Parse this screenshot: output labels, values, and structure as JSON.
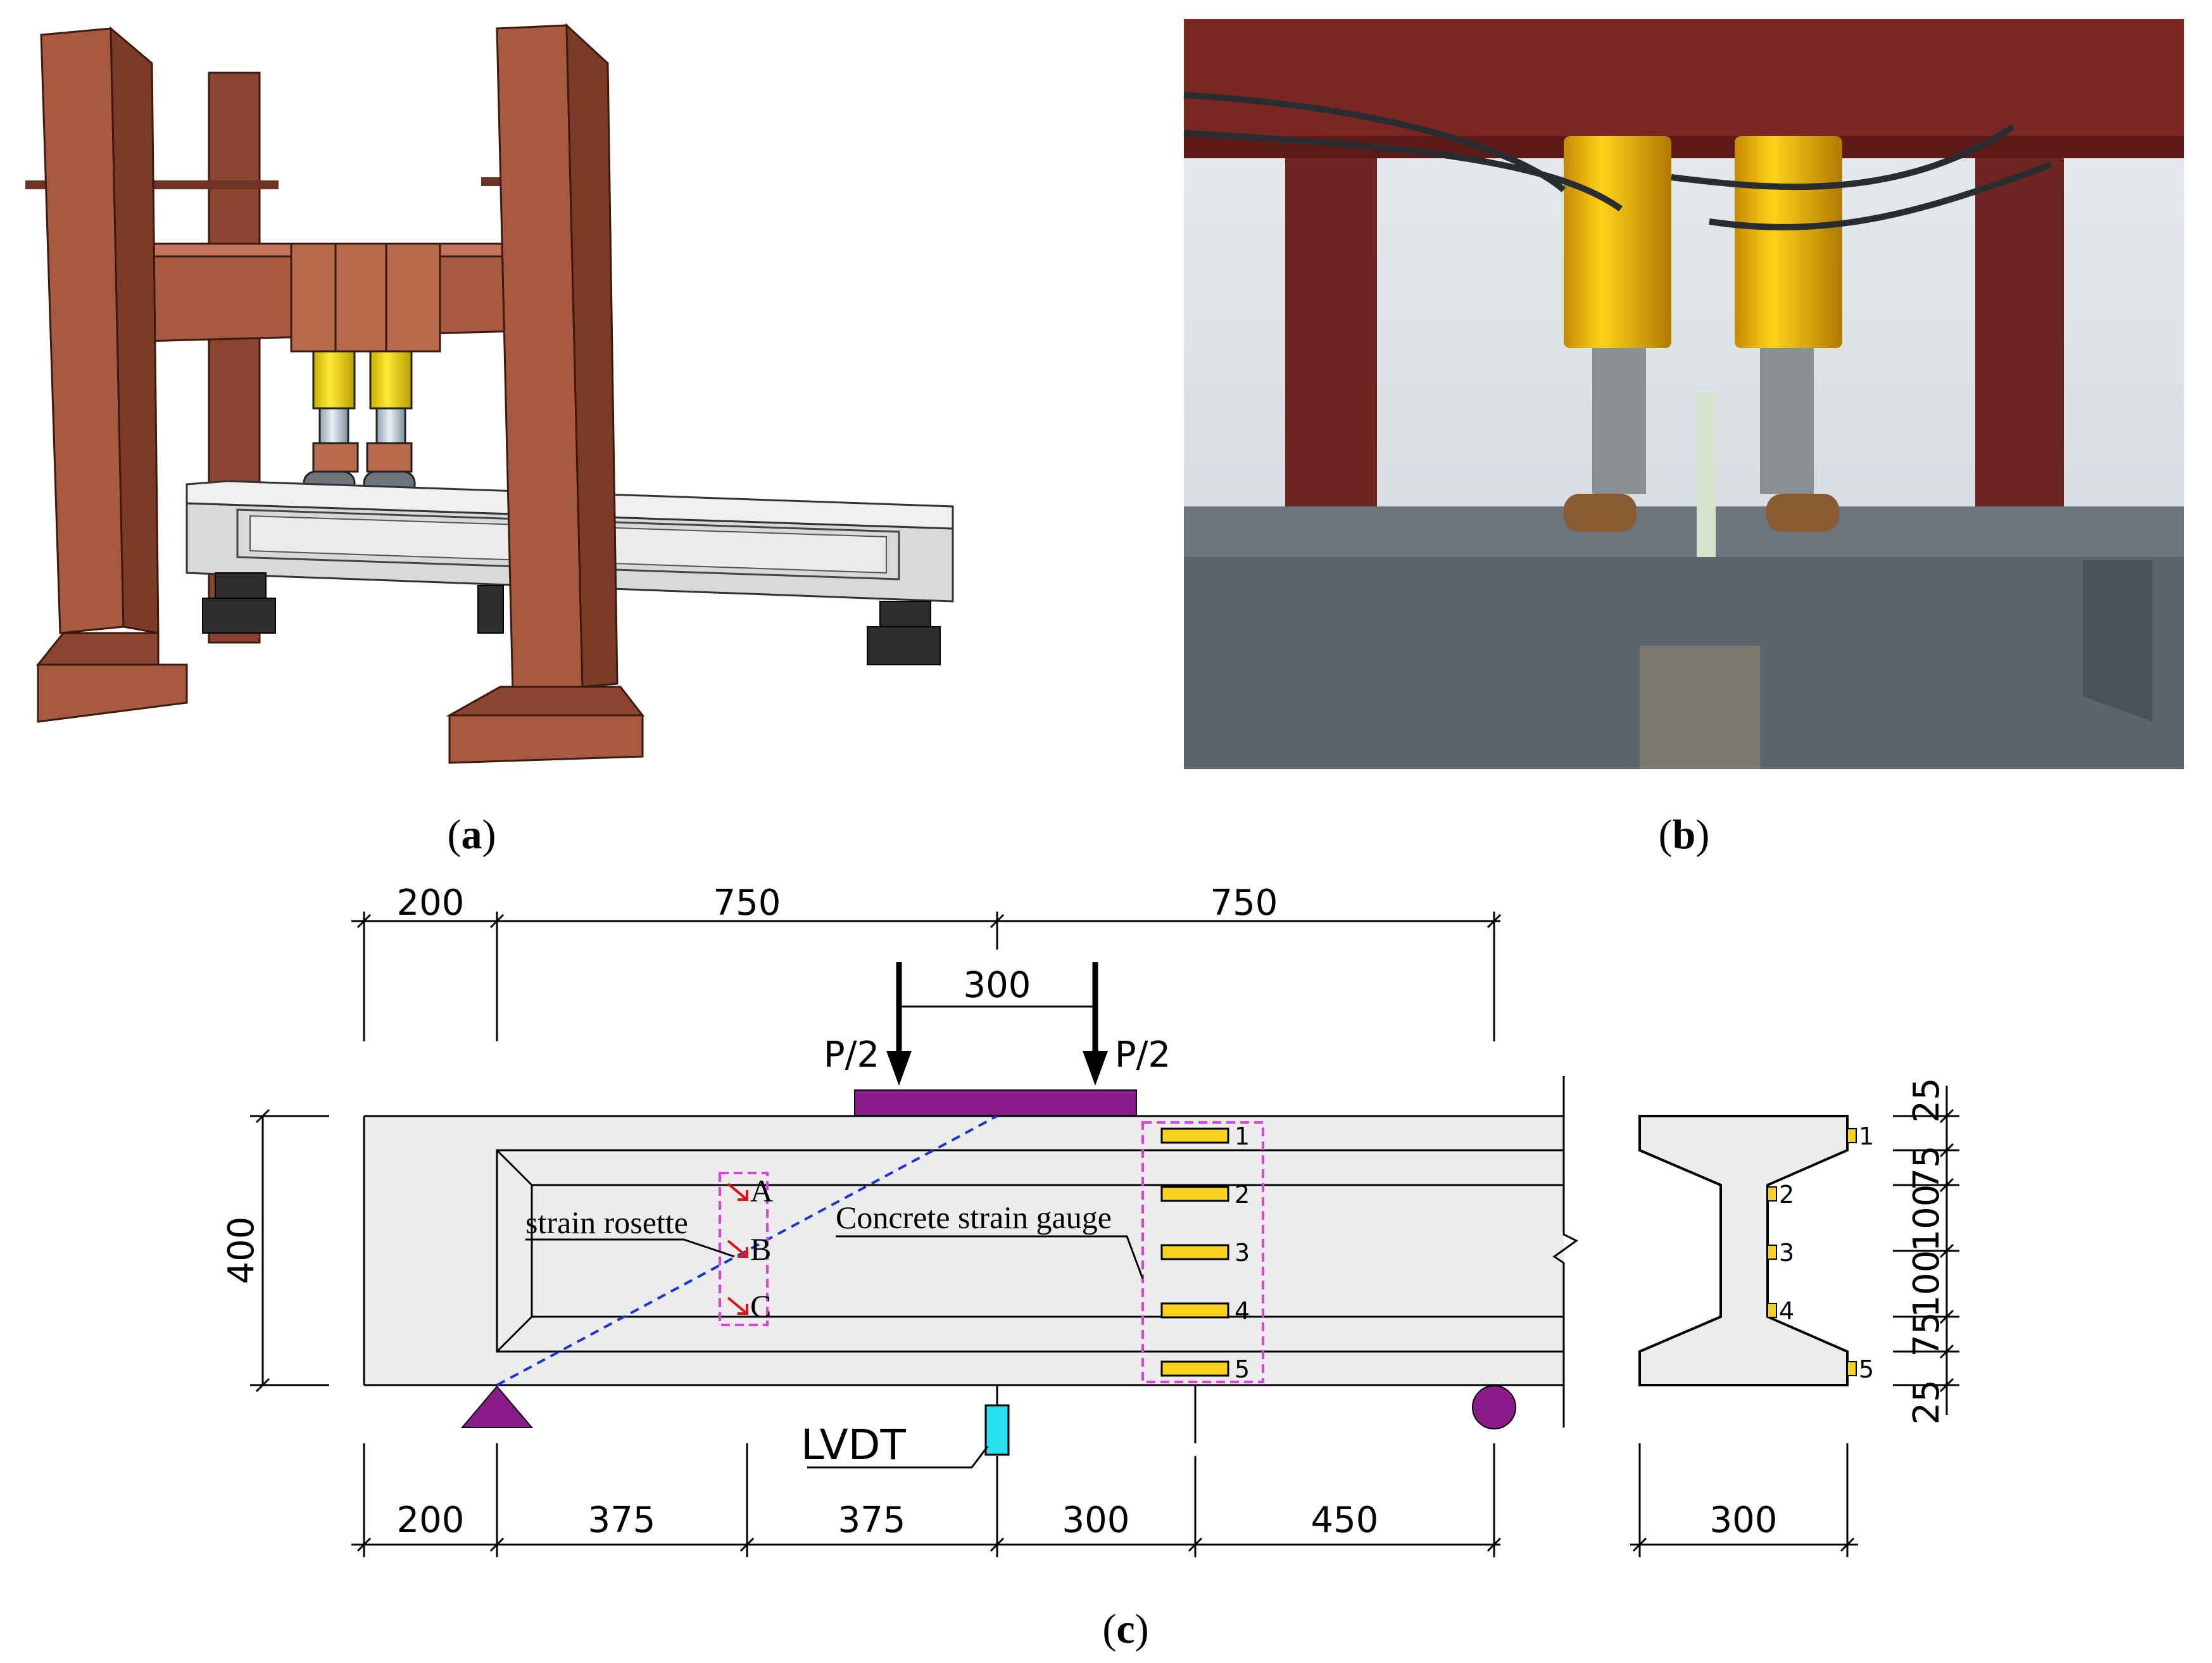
{
  "panels": {
    "a": {
      "letter": "a"
    },
    "b": {
      "letter": "b"
    },
    "c": {
      "letter": "c"
    }
  },
  "top_dimensions": [
    "200",
    "750",
    "750"
  ],
  "load_spacing": "300",
  "loads": [
    "P/2",
    "P/2"
  ],
  "height": "400",
  "labels": {
    "strain_rosette": "strain rosette",
    "concrete_strain_gauge": "Concrete strain gauge",
    "lvdt": "LVDT"
  },
  "rosette_points": [
    "A",
    "B",
    "C"
  ],
  "gauge_numbers": [
    "1",
    "2",
    "3",
    "4",
    "5"
  ],
  "bottom_dimensions": [
    "200",
    "375",
    "375",
    "300",
    "450"
  ],
  "section_dimensions": [
    "25",
    "75",
    "100",
    "100",
    "75",
    "25"
  ],
  "section_width": "300",
  "colors": {
    "steel": "#a0533a",
    "steel_dark": "#6e3322",
    "jack": "#f2d21a",
    "concrete": "#ececec",
    "loading_plate": "#8b1a8b",
    "support": "#8b1a8b",
    "lvdt": "#29e0f0",
    "gauge": "#f7d21f",
    "rosette_box": "#e040e0",
    "crack_line": "#1a35d6",
    "rosette_arrow": "#e01010"
  },
  "icons": {
    "loads": "down-arrow-icon",
    "pin_support": "triangle-support-icon",
    "roller_support": "circle-roller-icon",
    "rosette": "red-arrow-icon"
  }
}
